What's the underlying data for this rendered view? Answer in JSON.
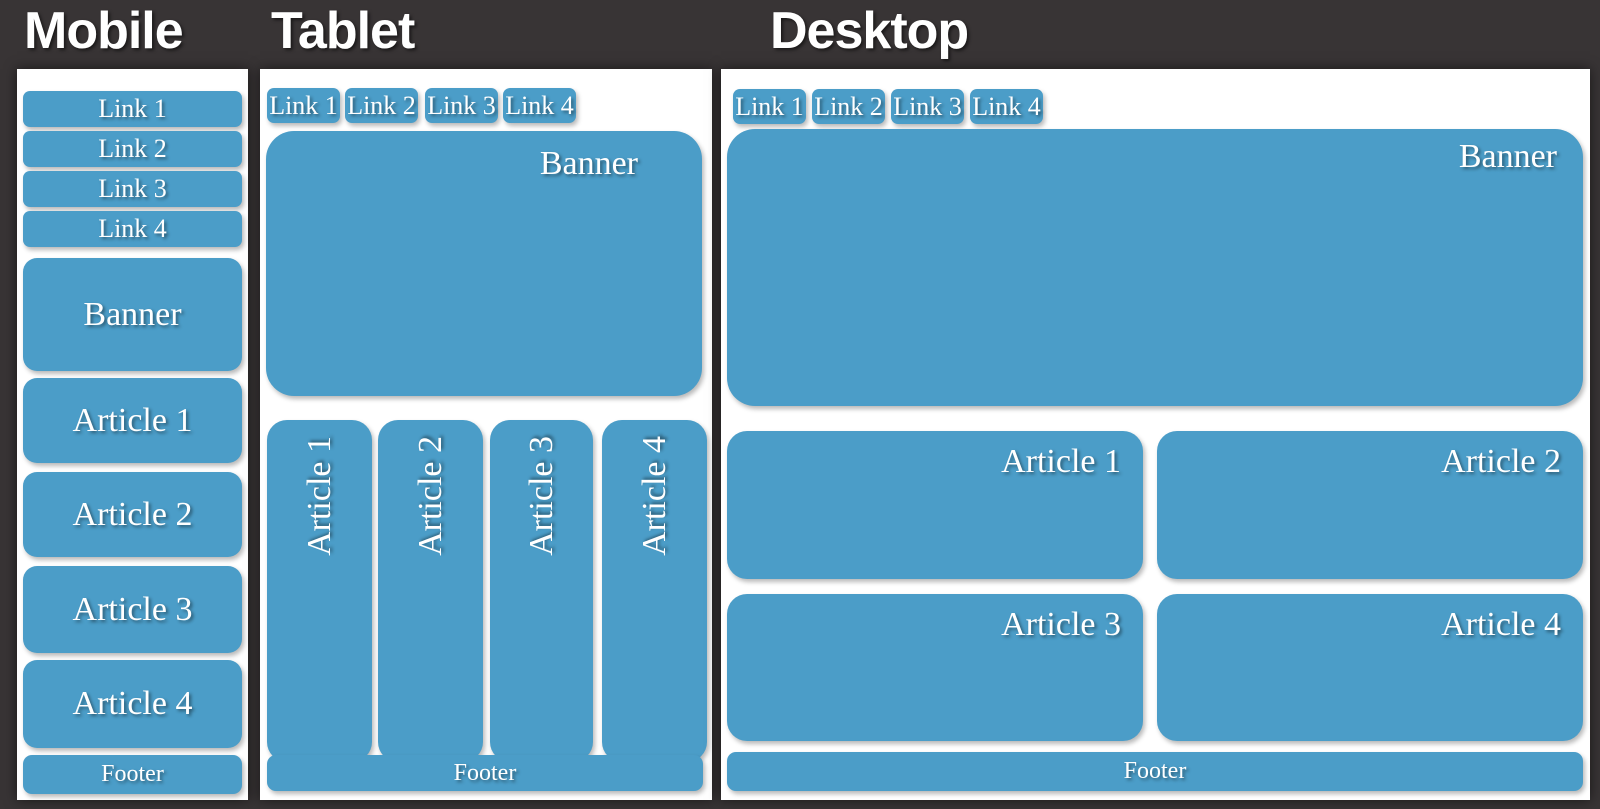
{
  "colors": {
    "background": "#383435",
    "panel_background": "#ffffff",
    "box_fill": "#4b9dc8",
    "label_text": "#ffffff"
  },
  "panels": [
    {
      "title": "Mobile",
      "links": [
        "Link 1",
        "Link 2",
        "Link 3",
        "Link 4"
      ],
      "banner_label": "Banner",
      "articles": [
        "Article 1",
        "Article 2",
        "Article 3",
        "Article 4"
      ],
      "footer_label": "Footer"
    },
    {
      "title": "Tablet",
      "links": [
        "Link 1",
        "Link 2",
        "Link 3",
        "Link 4"
      ],
      "banner_label": "Banner",
      "articles": [
        "Article 1",
        "Article 2",
        "Article 3",
        "Article 4"
      ],
      "footer_label": "Footer"
    },
    {
      "title": "Desktop",
      "links": [
        "Link 1",
        "Link 2",
        "Link 3",
        "Link 4"
      ],
      "banner_label": "Banner",
      "articles": [
        "Article 1",
        "Article 2",
        "Article 3",
        "Article 4"
      ],
      "footer_label": "Footer"
    }
  ]
}
